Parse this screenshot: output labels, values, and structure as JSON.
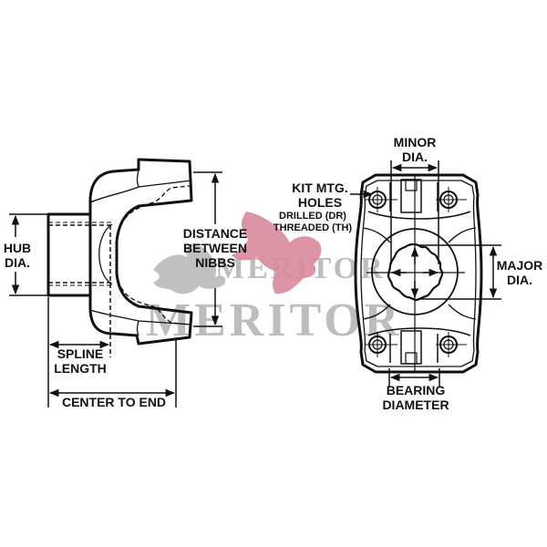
{
  "diagram": {
    "type": "technical-drawing",
    "subject": "End yoke dimension diagram",
    "colors": {
      "line": "#111111",
      "watermark_gray": "#b9b9b9",
      "watermark_pink": "#d98a9c",
      "background": "#ffffff"
    },
    "watermark": {
      "brand_small": "MERITOR",
      "brand_large": "MERITOR"
    },
    "side_view": {
      "labels": {
        "hub_dia": [
          "HUB",
          "DIA."
        ],
        "distance_between_nibbs": [
          "DISTANCE",
          "BETWEEN",
          "NIBBS"
        ],
        "spline_length": [
          "SPLINE",
          "LENGTH"
        ],
        "center_to_end": "CENTER TO END"
      }
    },
    "end_view": {
      "labels": {
        "minor_dia": [
          "MINOR",
          "DIA."
        ],
        "kit_mtg_holes": [
          "KIT MTG.",
          "HOLES"
        ],
        "drilled": "DRILLED (DR)",
        "threaded": "THREADED (TH)",
        "major_dia": [
          "MAJOR",
          "DIA."
        ],
        "bearing_diameter": [
          "BEARING",
          "DIAMETER"
        ]
      }
    }
  }
}
